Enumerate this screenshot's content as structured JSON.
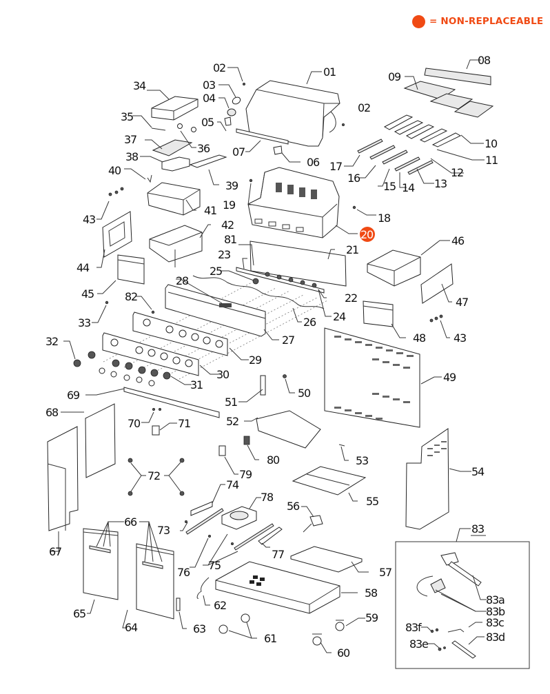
{
  "legend": {
    "marker_color": "#f04a14",
    "text": "= NON-REPLACEABLE"
  },
  "non_replaceable_color": "#f04a14",
  "diagram_title": "Grill exploded parts diagram",
  "callouts": [
    {
      "id": "01",
      "non_replaceable": false
    },
    {
      "id": "02",
      "non_replaceable": false
    },
    {
      "id": "03",
      "non_replaceable": false
    },
    {
      "id": "04",
      "non_replaceable": false
    },
    {
      "id": "05",
      "non_replaceable": false
    },
    {
      "id": "06",
      "non_replaceable": false
    },
    {
      "id": "07",
      "non_replaceable": false
    },
    {
      "id": "08",
      "non_replaceable": false
    },
    {
      "id": "09",
      "non_replaceable": false
    },
    {
      "id": "10",
      "non_replaceable": false
    },
    {
      "id": "11",
      "non_replaceable": false
    },
    {
      "id": "12",
      "non_replaceable": false
    },
    {
      "id": "13",
      "non_replaceable": false
    },
    {
      "id": "14",
      "non_replaceable": false
    },
    {
      "id": "15",
      "non_replaceable": false
    },
    {
      "id": "16",
      "non_replaceable": false
    },
    {
      "id": "17",
      "non_replaceable": false
    },
    {
      "id": "18",
      "non_replaceable": false
    },
    {
      "id": "19",
      "non_replaceable": false
    },
    {
      "id": "20",
      "non_replaceable": true
    },
    {
      "id": "21",
      "non_replaceable": false
    },
    {
      "id": "22",
      "non_replaceable": false
    },
    {
      "id": "23",
      "non_replaceable": false
    },
    {
      "id": "24",
      "non_replaceable": false
    },
    {
      "id": "25",
      "non_replaceable": false
    },
    {
      "id": "26",
      "non_replaceable": false
    },
    {
      "id": "27",
      "non_replaceable": false
    },
    {
      "id": "28",
      "non_replaceable": false
    },
    {
      "id": "29",
      "non_replaceable": false
    },
    {
      "id": "30",
      "non_replaceable": false
    },
    {
      "id": "31",
      "non_replaceable": false
    },
    {
      "id": "32",
      "non_replaceable": false
    },
    {
      "id": "33",
      "non_replaceable": false
    },
    {
      "id": "34",
      "non_replaceable": false
    },
    {
      "id": "35",
      "non_replaceable": false
    },
    {
      "id": "36",
      "non_replaceable": false
    },
    {
      "id": "37",
      "non_replaceable": false
    },
    {
      "id": "38",
      "non_replaceable": false
    },
    {
      "id": "39",
      "non_replaceable": false
    },
    {
      "id": "40",
      "non_replaceable": false
    },
    {
      "id": "41",
      "non_replaceable": false
    },
    {
      "id": "42",
      "non_replaceable": false
    },
    {
      "id": "43",
      "non_replaceable": false
    },
    {
      "id": "44",
      "non_replaceable": false
    },
    {
      "id": "45",
      "non_replaceable": false
    },
    {
      "id": "46",
      "non_replaceable": false
    },
    {
      "id": "47",
      "non_replaceable": false
    },
    {
      "id": "48",
      "non_replaceable": false
    },
    {
      "id": "49",
      "non_replaceable": false
    },
    {
      "id": "50",
      "non_replaceable": false
    },
    {
      "id": "51",
      "non_replaceable": false
    },
    {
      "id": "52",
      "non_replaceable": false
    },
    {
      "id": "53",
      "non_replaceable": false
    },
    {
      "id": "54",
      "non_replaceable": false
    },
    {
      "id": "55",
      "non_replaceable": false
    },
    {
      "id": "56",
      "non_replaceable": false
    },
    {
      "id": "57",
      "non_replaceable": false
    },
    {
      "id": "58",
      "non_replaceable": false
    },
    {
      "id": "59",
      "non_replaceable": false
    },
    {
      "id": "60",
      "non_replaceable": false
    },
    {
      "id": "61",
      "non_replaceable": false
    },
    {
      "id": "62",
      "non_replaceable": false
    },
    {
      "id": "63",
      "non_replaceable": false
    },
    {
      "id": "64",
      "non_replaceable": false
    },
    {
      "id": "65",
      "non_replaceable": false
    },
    {
      "id": "66",
      "non_replaceable": false
    },
    {
      "id": "67",
      "non_replaceable": false
    },
    {
      "id": "68",
      "non_replaceable": false
    },
    {
      "id": "69",
      "non_replaceable": false
    },
    {
      "id": "70",
      "non_replaceable": false
    },
    {
      "id": "71",
      "non_replaceable": false
    },
    {
      "id": "72",
      "non_replaceable": false
    },
    {
      "id": "73",
      "non_replaceable": false
    },
    {
      "id": "74",
      "non_replaceable": false
    },
    {
      "id": "75",
      "non_replaceable": false
    },
    {
      "id": "76",
      "non_replaceable": false
    },
    {
      "id": "77",
      "non_replaceable": false
    },
    {
      "id": "78",
      "non_replaceable": false
    },
    {
      "id": "79",
      "non_replaceable": false
    },
    {
      "id": "80",
      "non_replaceable": false
    },
    {
      "id": "81",
      "non_replaceable": false
    },
    {
      "id": "82",
      "non_replaceable": false
    },
    {
      "id": "83",
      "non_replaceable": false
    }
  ],
  "inset": {
    "label": "83",
    "sub_callouts": [
      "83a",
      "83b",
      "83c",
      "83d",
      "83e",
      "83f"
    ]
  }
}
